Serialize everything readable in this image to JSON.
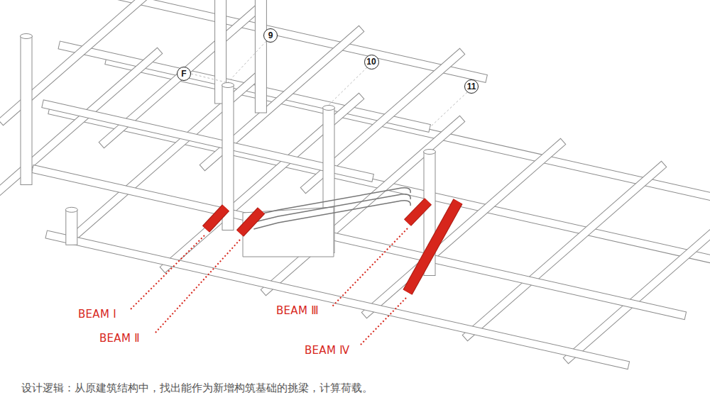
{
  "diagram": {
    "caption": "设计逻辑：从原建筑结构中，找出能作为新增构筑基础的挑梁，计算荷载。",
    "nodes": [
      {
        "text": [
          "9"
        ]
      },
      {
        "text": [
          "10"
        ]
      },
      {
        "text": [
          "F"
        ]
      },
      {
        "text": [
          "11"
        ]
      }
    ],
    "labels": [
      "BEAM Ⅰ",
      "BEAM Ⅱ",
      "BEAM Ⅲ",
      "BEAM Ⅳ"
    ]
  }
}
